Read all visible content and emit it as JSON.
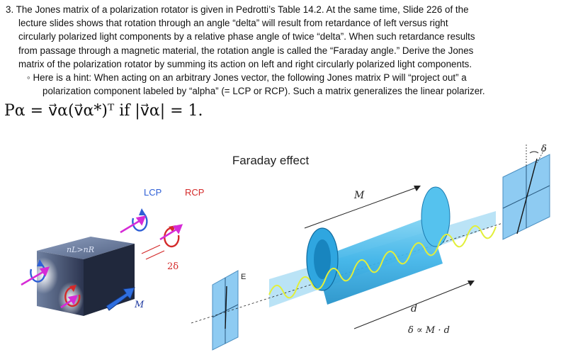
{
  "problem": {
    "lines": [
      "3. The Jones matrix of a polarization rotator is given in Pedrotti’s Table 14.2.  At the same time, Slide 226 of the",
      "lecture slides shows that rotation through an angle “delta” will result from retardance of left versus right",
      "circularly polarized light components by a relative phase angle of twice “delta”.  When such retardance results",
      "from passage through a magnetic material, the rotation angle is called the “Faraday angle.”  Derive the Jones",
      "matrix of the polarization rotator by summing its action on left and right circularly polarized light components.",
      "◦  Here is a hint:  When acting on an arbitrary Jones vector, the following Jones matrix P will “project out” a",
      "polarization component labeled by “alpha” (= LCP or RCP).   Such a matrix generalizes the linear polarizer."
    ]
  },
  "formula": {
    "text": "Pα = v⃗α(v⃗α*)ᵀ   if   |v⃗α| = 1."
  },
  "figure": {
    "title": "Faraday effect",
    "lcp": "LCP",
    "rcp": "RCP",
    "n_label": "nL>nR",
    "two_delta": "2δ",
    "m_block": "M",
    "m_cyl": "M",
    "e_label": "E",
    "d_label": "d",
    "delta_label": "δ",
    "prop": "δ ∝ M · d"
  }
}
